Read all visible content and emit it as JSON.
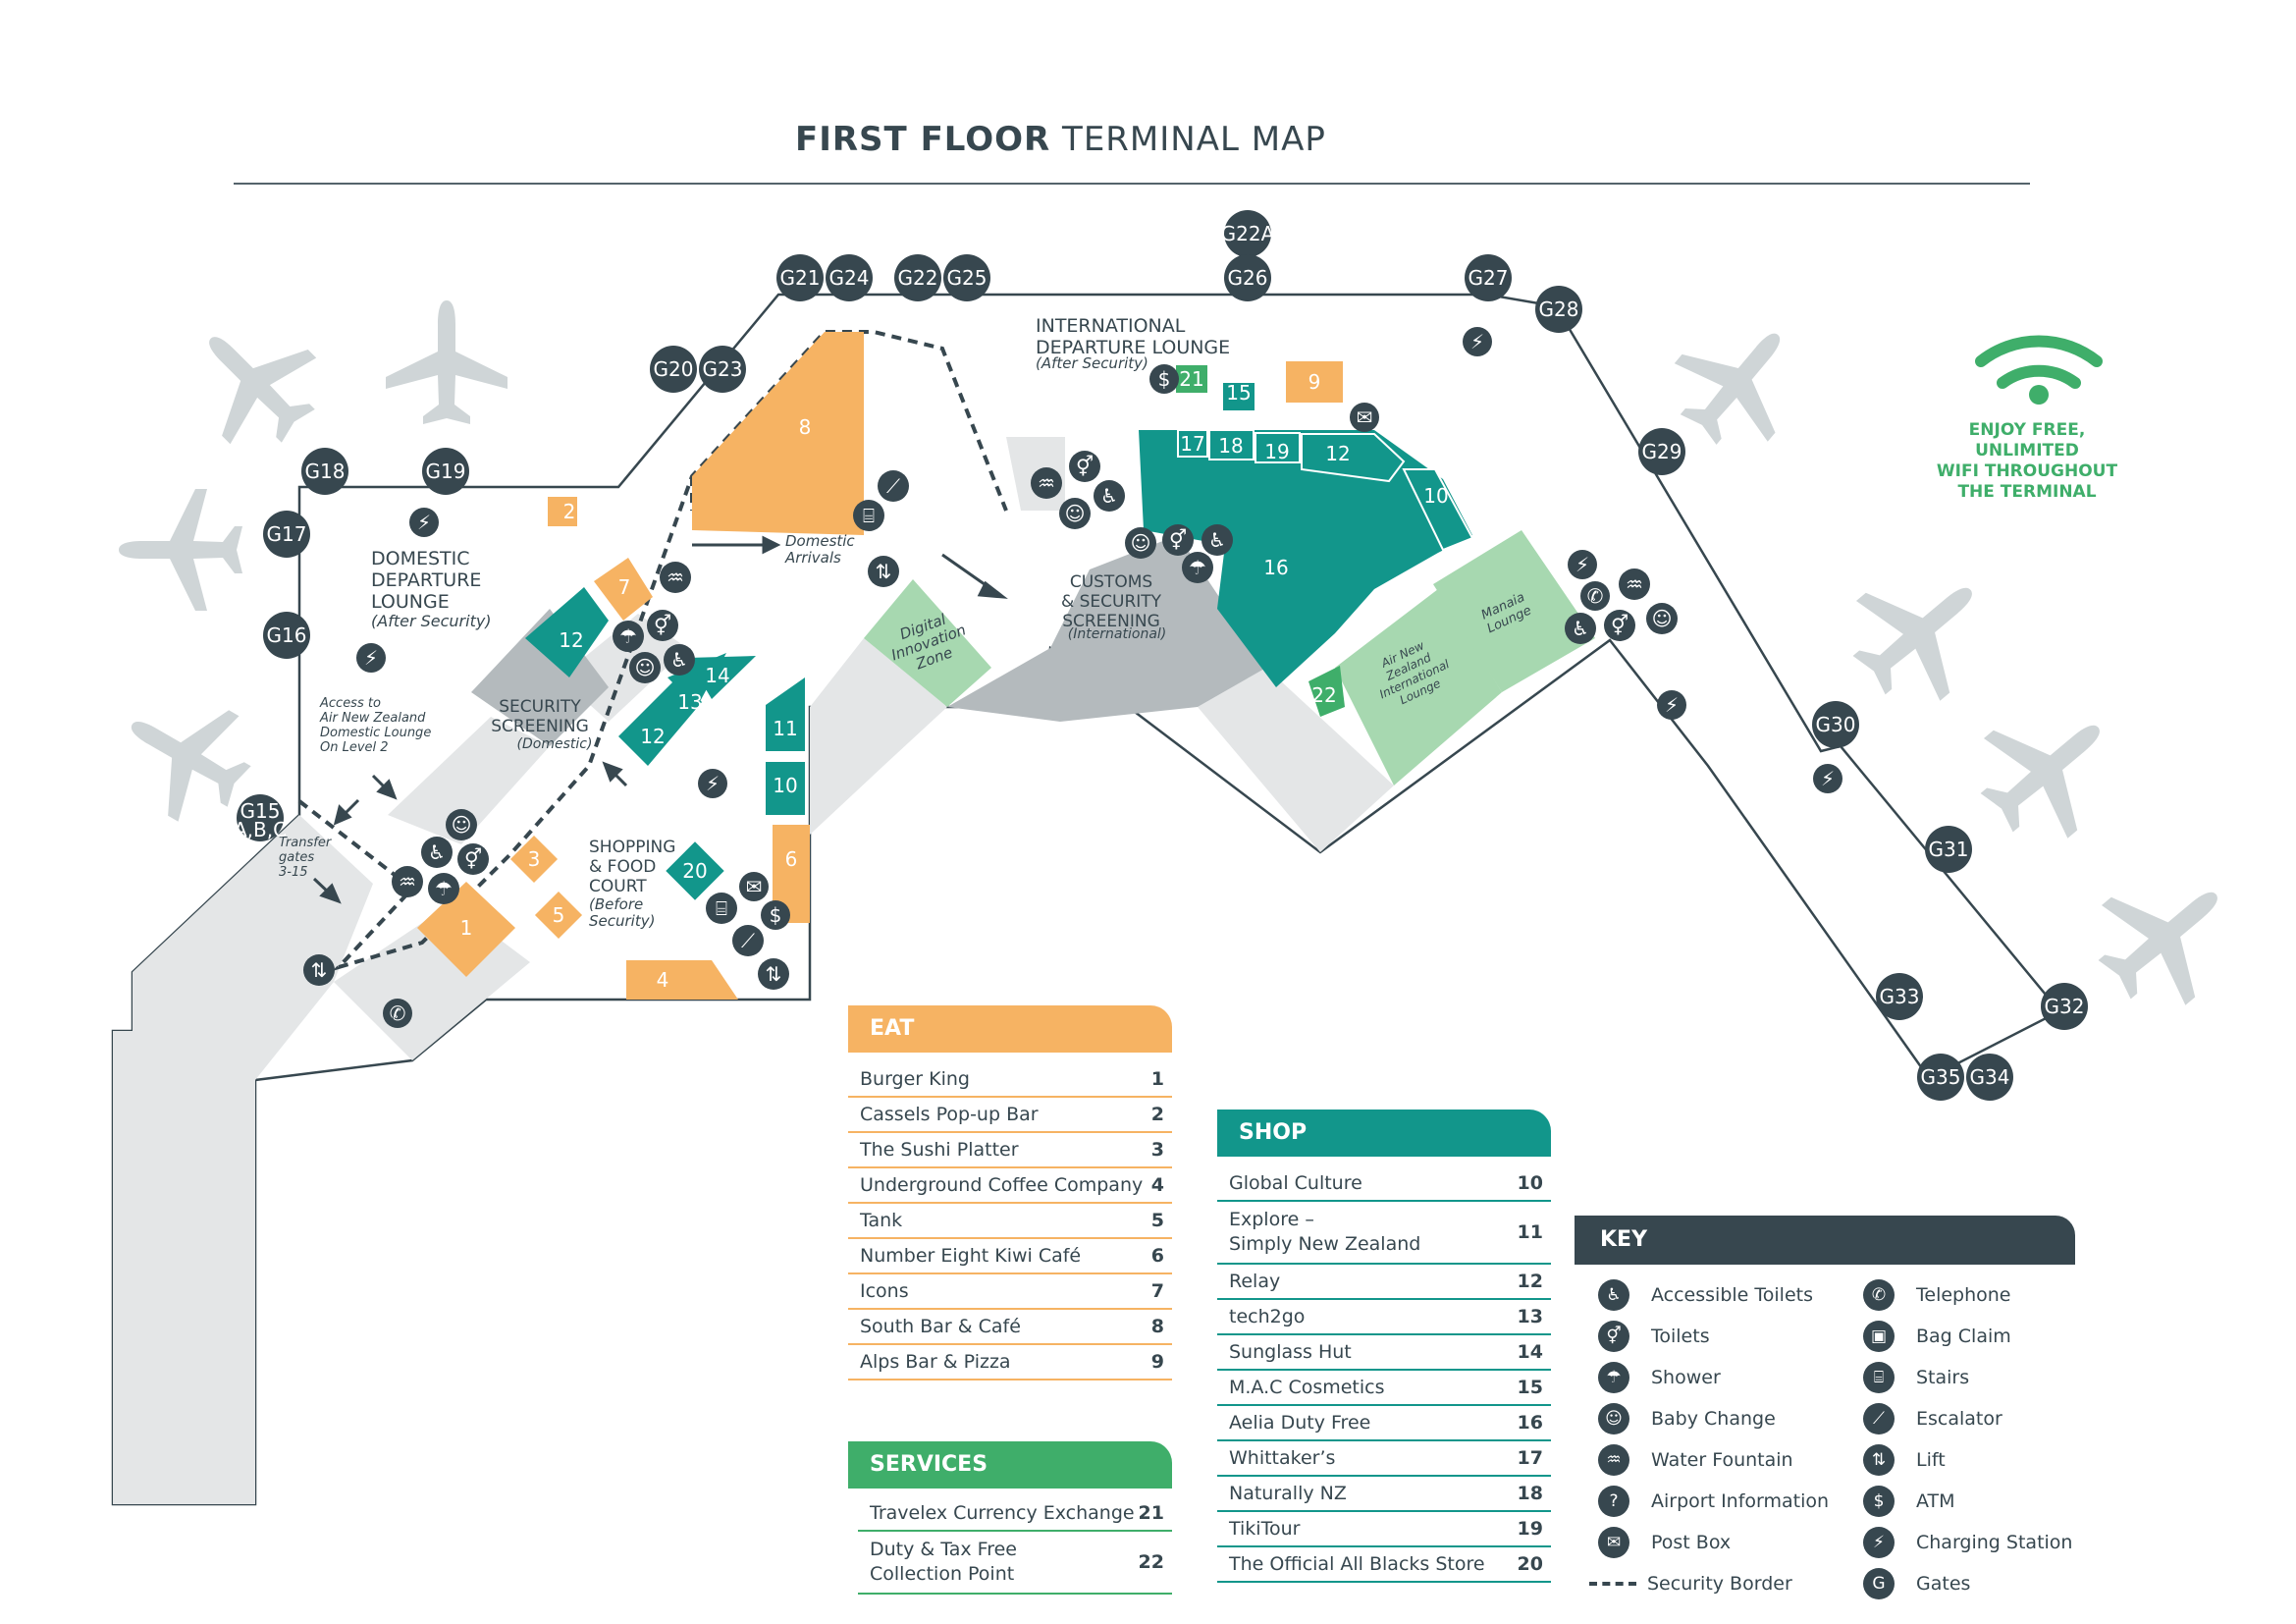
{
  "title": {
    "bold": "FIRST FLOOR",
    "rest": " TERMINAL MAP"
  },
  "colors": {
    "dark": "#37474f",
    "teal": "#12968b",
    "orange": "#f6b363",
    "green": "#3fae6a",
    "lightgreen": "#a7d8b0",
    "grey": "#b4babd",
    "lightgrey": "#e4e6e7"
  },
  "wifi": {
    "text": "ENJOY FREE, UNLIMITED\nWIFI THROUGHOUT\nTHE TERMINAL"
  },
  "gates": [
    "G15",
    "G16",
    "G17",
    "G18",
    "G19",
    "G20",
    "G23",
    "G21",
    "G24",
    "G22",
    "G25",
    "G22A",
    "G26",
    "G27",
    "G28",
    "G29",
    "G30",
    "G31",
    "G32",
    "G33",
    "G35",
    "G34"
  ],
  "gate_sub": {
    "G15": "A,B,C"
  },
  "areas": {
    "domestic_lounge": "DOMESTIC\nDEPARTURE\nLOUNGE",
    "domestic_lounge_sub": "(After Security)",
    "international_lounge": "INTERNATIONAL\nDEPARTURE LOUNGE",
    "international_lounge_sub": "(After Security)",
    "security_dom": "SECURITY\nSCREENING",
    "security_dom_sub": "(Domestic)",
    "customs": "CUSTOMS\n& SECURITY\nSCREENING",
    "customs_sub": "(International)",
    "shopping": "SHOPPING\n& FOOD\nCOURT",
    "shopping_sub": "(Before\nSecurity)",
    "domestic_arrivals": "Domestic\nArrivals",
    "digital_zone": "Digital\nInnovation\nZone",
    "manaia": "Manaia\nLounge",
    "airnz_intl": "Air New\nZealand\nInternational\nLounge",
    "access_note": "Access to\nAir New Zealand\nDomestic Lounge\nOn Level 2",
    "transfer_note": "Transfer\ngates\n3-15"
  },
  "eat": {
    "heading": "EAT",
    "items": [
      {
        "name": "Burger King",
        "num": "1"
      },
      {
        "name": "Cassels Pop-up Bar",
        "num": "2"
      },
      {
        "name": "The Sushi Platter",
        "num": "3"
      },
      {
        "name": "Underground Coffee Company",
        "num": "4"
      },
      {
        "name": "Tank",
        "num": "5"
      },
      {
        "name": "Number Eight Kiwi Café",
        "num": "6"
      },
      {
        "name": "Icons",
        "num": "7"
      },
      {
        "name": "South Bar & Café",
        "num": "8"
      },
      {
        "name": "Alps Bar & Pizza",
        "num": "9"
      }
    ]
  },
  "services": {
    "heading": "SERVICES",
    "items": [
      {
        "name": "Travelex Currency Exchange",
        "num": "21"
      },
      {
        "name": "Duty & Tax Free\nCollection Point",
        "num": "22"
      }
    ]
  },
  "shop": {
    "heading": "SHOP",
    "items": [
      {
        "name": "Global Culture",
        "num": "10"
      },
      {
        "name": "Explore –\nSimply New Zealand",
        "num": "11"
      },
      {
        "name": "Relay",
        "num": "12"
      },
      {
        "name": "tech2go",
        "num": "13"
      },
      {
        "name": "Sunglass Hut",
        "num": "14"
      },
      {
        "name": "M.A.C Cosmetics",
        "num": "15"
      },
      {
        "name": "Aelia Duty Free",
        "num": "16"
      },
      {
        "name": "Whittaker’s",
        "num": "17"
      },
      {
        "name": "Naturally NZ",
        "num": "18"
      },
      {
        "name": "TikiTour",
        "num": "19"
      },
      {
        "name": "The Official All Blacks Store",
        "num": "20"
      }
    ]
  },
  "key": {
    "heading": "KEY",
    "left": [
      {
        "label": "Accessible Toilets",
        "icon": "accessible-icon",
        "glyph": "♿"
      },
      {
        "label": "Toilets",
        "icon": "toilets-icon",
        "glyph": "⚥"
      },
      {
        "label": "Shower",
        "icon": "shower-icon",
        "glyph": "☂"
      },
      {
        "label": "Baby Change",
        "icon": "baby-change-icon",
        "glyph": "☺"
      },
      {
        "label": "Water Fountain",
        "icon": "water-fountain-icon",
        "glyph": "♒"
      },
      {
        "label": "Airport Information",
        "icon": "information-icon",
        "glyph": "?"
      },
      {
        "label": "Post Box",
        "icon": "post-box-icon",
        "glyph": "✉"
      },
      {
        "label": "Security Border",
        "icon": "security-border-icon",
        "glyph": ""
      }
    ],
    "right": [
      {
        "label": "Telephone",
        "icon": "telephone-icon",
        "glyph": "✆"
      },
      {
        "label": "Bag Claim",
        "icon": "bag-claim-icon",
        "glyph": "▣"
      },
      {
        "label": "Stairs",
        "icon": "stairs-icon",
        "glyph": "⌸"
      },
      {
        "label": "Escalator",
        "icon": "escalator-icon",
        "glyph": "⟋"
      },
      {
        "label": "Lift",
        "icon": "lift-icon",
        "glyph": "⇅"
      },
      {
        "label": "ATM",
        "icon": "atm-icon",
        "glyph": "$"
      },
      {
        "label": "Charging Station",
        "icon": "charging-station-icon",
        "glyph": "⚡"
      },
      {
        "label": "Gates",
        "icon": "gates-icon",
        "glyph": "G"
      }
    ]
  }
}
